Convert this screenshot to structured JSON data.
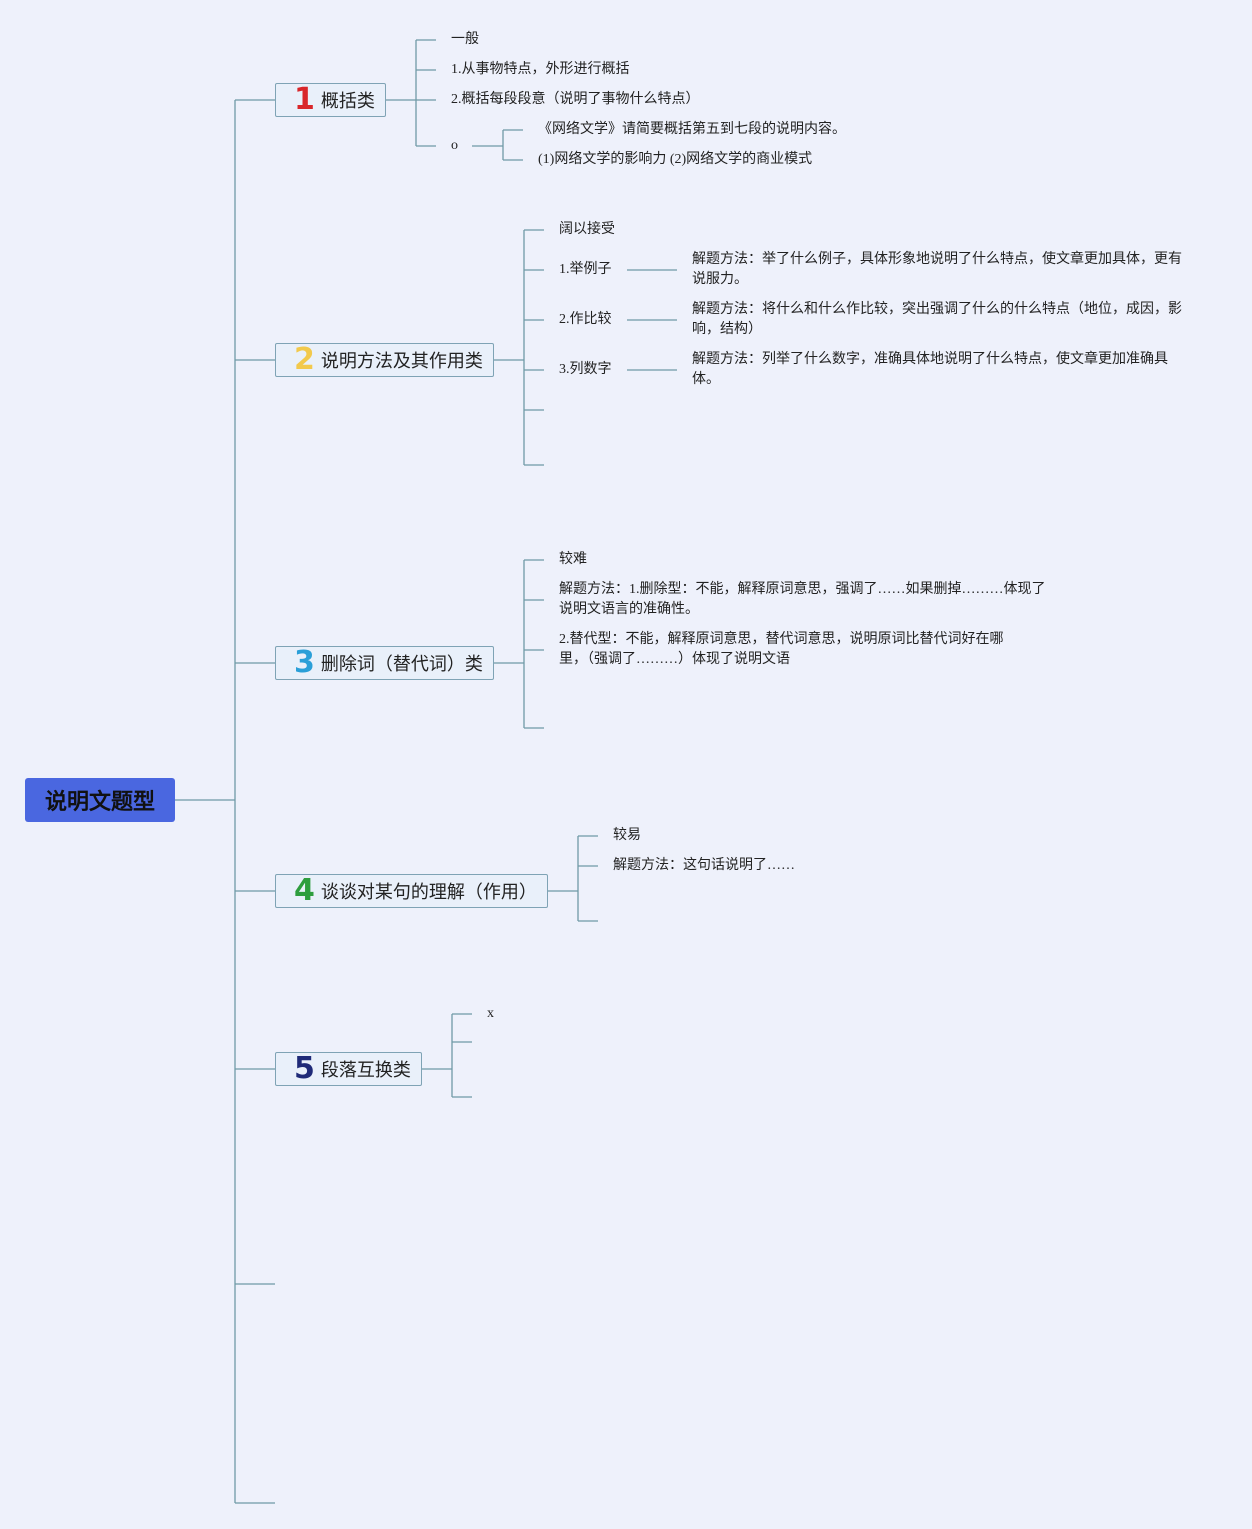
{
  "root": {
    "label": "说明文题型"
  },
  "topics": [
    {
      "number": "1",
      "number_color": "#d9262a",
      "label": "概括类",
      "items": [
        "一般",
        "1.从事物特点，外形进行概括",
        "2.概括每段段意（说明了事物什么特点）",
        "o"
      ],
      "sub": [
        "《网络文学》请简要概括第五到七段的说明内容。",
        "(1)网络文学的影响力 (2)网络文学的商业模式"
      ]
    },
    {
      "number": "2",
      "number_color": "#f2c94c",
      "label": "说明方法及其作用类",
      "items": [
        "阔以接受",
        "1.举例子",
        "2.作比较",
        "3.列数字"
      ],
      "details": [
        "解题方法：举了什么例子，具体形象地说明了什么特点，使文章更加具体，更有说服力。",
        "解题方法：将什么和什么作比较，突出强调了什么的什么特点（地位，成因，影响，结构）",
        "解题方法：列举了什么数字，准确具体地说明了什么特点，使文章更加准确具体。"
      ]
    },
    {
      "number": "3",
      "number_color": "#2a9fd8",
      "label": "删除词（替代词）类",
      "items": [
        "较难",
        "解题方法：1.删除型：不能，解释原词意思，强调了……如果删掉………体现了说明文语言的准确性。",
        "2.替代型：不能，解释原词意思，替代词意思，说明原词比替代词好在哪里，（强调了………）体现了说明文语"
      ]
    },
    {
      "number": "4",
      "number_color": "#2e9e3e",
      "label": "谈谈对某句的理解（作用）",
      "items": [
        "较易",
        "解题方法：这句话说明了……"
      ]
    },
    {
      "number": "5",
      "number_color": "#1f2a78",
      "label": "段落互换类",
      "items": [
        "x"
      ]
    }
  ],
  "colors": {
    "line": "#6f9aa6",
    "root_fill": "#4a67e0",
    "background": "#eef1fb"
  }
}
